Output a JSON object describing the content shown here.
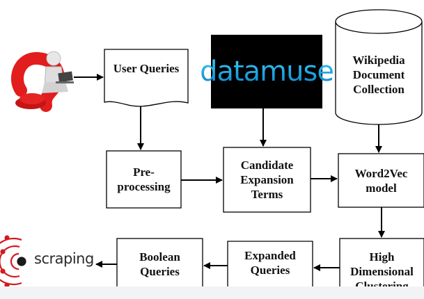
{
  "nodes": {
    "user_queries": "User Queries",
    "datamuse_logo": "datamuse",
    "wikipedia": "Wikipedia\nDocument\nCollection",
    "preprocessing": "Pre-\nprocessing",
    "candidate": "Candidate\nExpansion\nTerms",
    "word2vec": "Word2Vec\nmodel",
    "clustering": "High\nDimensional\nClustering",
    "expanded": "Expanded\nQueries",
    "boolean": "Boolean\nQueries",
    "scraping_logo": "scraping"
  },
  "colors": {
    "logo_accent": "#1fa6e0",
    "scraping_red": "#d4191f",
    "user_icon_red": "#e11d1d"
  },
  "icons": [
    "user-with-laptop-icon",
    "scraping-web-icon"
  ]
}
